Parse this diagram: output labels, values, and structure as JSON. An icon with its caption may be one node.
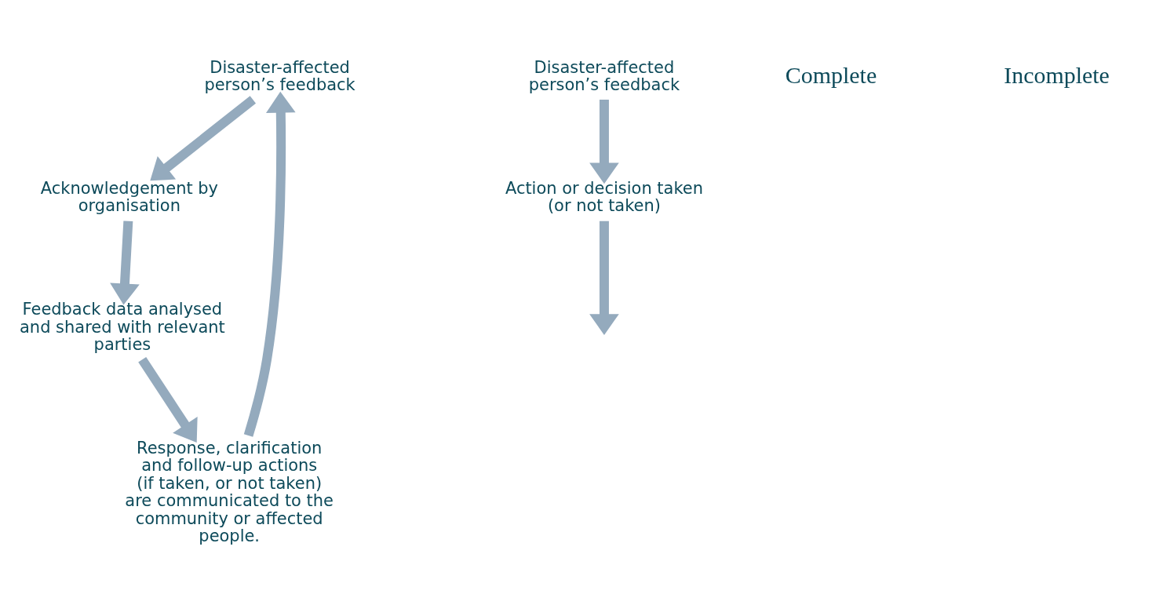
{
  "diagram": {
    "nodes": [
      {
        "text": [
          "Disaster-affected person’s feedback"
        ]
      },
      {
        "text": [
          "Acknowledgement by organisation"
        ]
      },
      {
        "text": [
          "Feedback data analysed and shared with relevant parties"
        ]
      },
      {
        "text": [
          "Response, clarification and follow-up actions (if taken, or not taken) are communicated to the community or affected people."
        ]
      },
      {
        "text": [
          "Disaster-affected person’s feedback"
        ]
      },
      {
        "text": [
          "Action or decision taken (or not taken)"
        ]
      }
    ],
    "edges": [
      {
        "from": 0,
        "to": 1,
        "arrow": "to"
      },
      {
        "from": 1,
        "to": 2,
        "arrow": "to"
      },
      {
        "from": 2,
        "to": 3,
        "arrow": "to"
      },
      {
        "from": 3,
        "to": 0,
        "arrow": "to"
      },
      {
        "from": 4,
        "to": 5,
        "arrow": "to"
      },
      {
        "from": 5,
        "to": null,
        "arrow": "to"
      }
    ],
    "labels": [
      "Complete",
      "Incomplete"
    ]
  }
}
